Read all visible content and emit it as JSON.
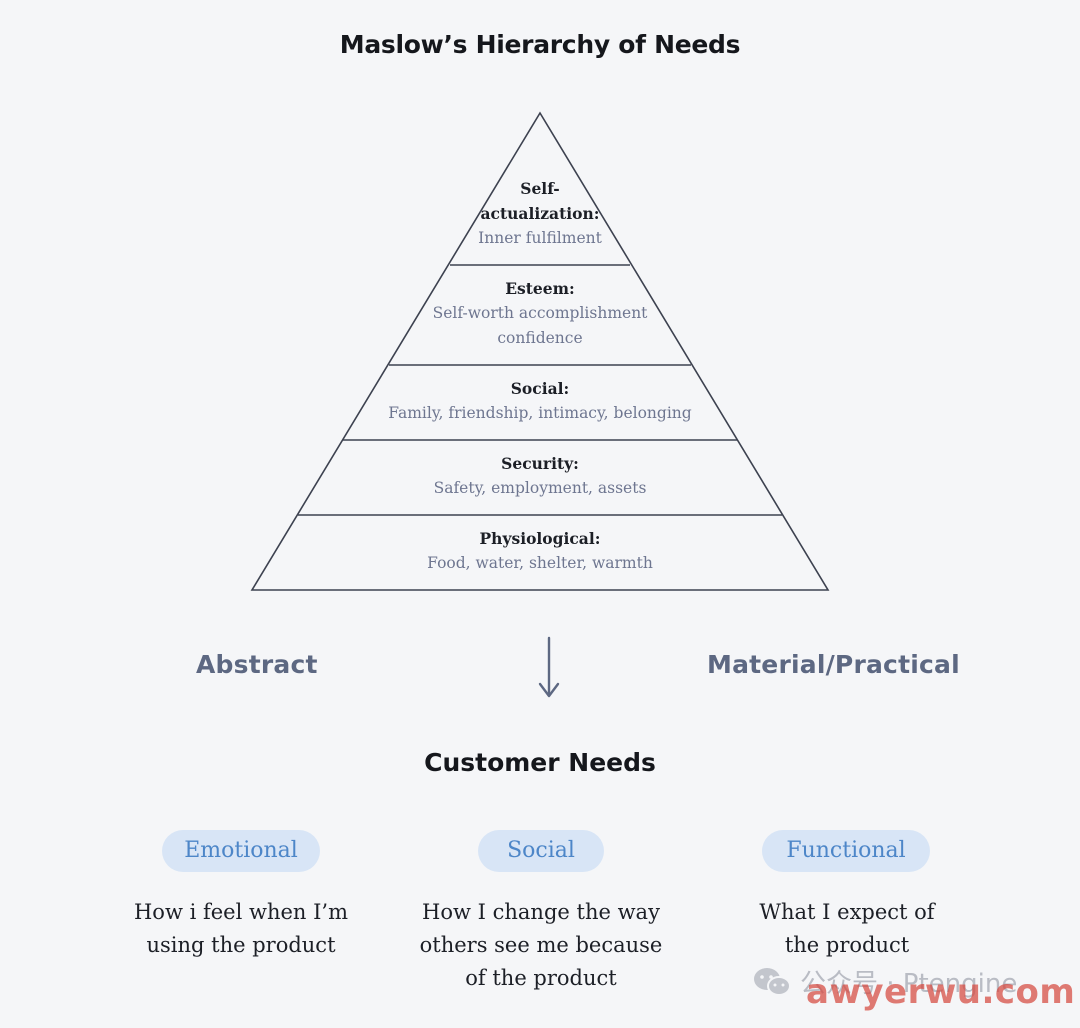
{
  "title": "Maslow’s Hierarchy of Needs",
  "pyramid": {
    "tiers": [
      {
        "name": "Self-",
        "name2": "actualization:",
        "desc": "Inner fulfilment"
      },
      {
        "name": "Esteem:",
        "desc": "Self-worth accomplishment",
        "desc2": "confidence"
      },
      {
        "name": "Social:",
        "desc": "Family, friendship, intimacy, belonging"
      },
      {
        "name": "Security:",
        "desc": "Safety, employment, assets"
      },
      {
        "name": "Physiological:",
        "desc": "Food, water, shelter, warmth"
      }
    ]
  },
  "left_label": "Abstract",
  "right_label": "Material/Practical",
  "subtitle": "Customer Needs",
  "columns": [
    {
      "label": "Emotional",
      "text": [
        "How i feel when I’m",
        "using the product"
      ]
    },
    {
      "label": "Social",
      "text": [
        "How I change the way",
        "others see me because",
        "of the product"
      ]
    },
    {
      "label": "Functional",
      "text": [
        "What I expect of",
        "the product"
      ]
    }
  ],
  "watermark": {
    "text": "公众号 · Ptengine",
    "site": "awyerwu.com"
  },
  "colors": {
    "background": "#f5f6f8",
    "pill_bg": "#d8e5f6",
    "pill_text": "#4d86c8",
    "muted_label": "#5d6882",
    "desc_text": "#6e7690",
    "line": "#3d4250",
    "arrow": "#5d6882",
    "site_watermark": "#d6483e"
  }
}
